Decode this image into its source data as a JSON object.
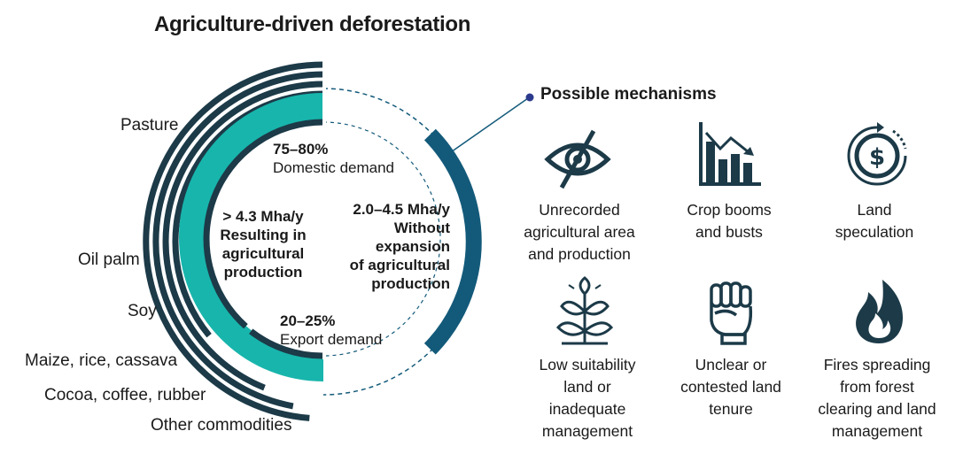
{
  "title": "Agriculture-driven deforestation",
  "commodities": [
    "Pasture",
    "Oil palm",
    "Soy",
    "Maize, rice, cassava",
    "Cocoa, coffee, rubber",
    "Other commodities"
  ],
  "production": {
    "rate": "> 4.3 Mha/y",
    "line1": "Resulting in",
    "line2": "agricultural",
    "line3": "production"
  },
  "no_production": {
    "rate": "2.0–4.5 Mha/y",
    "line1": "Without",
    "line2": "expansion",
    "line3": "of agricultural",
    "line4": "production"
  },
  "domestic": {
    "share": "75–80%",
    "label": "Domestic demand"
  },
  "export": {
    "share": "20–25%",
    "label": "Export demand"
  },
  "mechanisms_title": "Possible mechanisms",
  "mechanisms": [
    {
      "icon": "eye-slash-icon",
      "lines": [
        "Unrecorded",
        "agricultural area",
        "and production"
      ]
    },
    {
      "icon": "bar-chart-down-icon",
      "lines": [
        "Crop booms",
        "and busts"
      ]
    },
    {
      "icon": "dollar-cycle-icon",
      "lines": [
        "Land",
        "speculation"
      ]
    },
    {
      "icon": "plant-icon",
      "lines": [
        "Low suitability",
        "land or",
        "inadequate",
        "management"
      ]
    },
    {
      "icon": "fist-icon",
      "lines": [
        "Unclear or",
        "contested land",
        "tenure"
      ]
    },
    {
      "icon": "flame-icon",
      "lines": [
        "Fires spreading",
        "from forest",
        "clearing and land",
        "management"
      ]
    }
  ],
  "colors": {
    "dark": "#1c3a48",
    "teal": "#18b5ac",
    "blue": "#135a7a",
    "dot": "#2b3a8c"
  }
}
